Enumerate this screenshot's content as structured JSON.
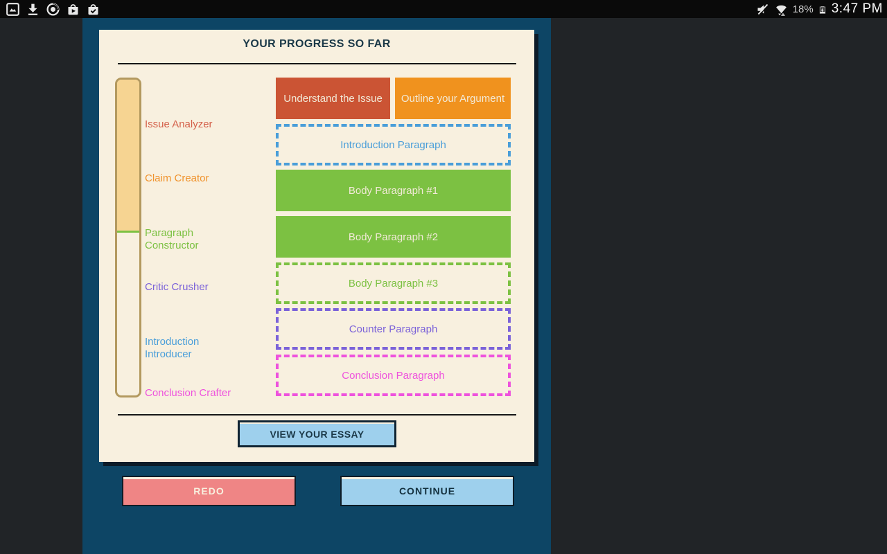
{
  "status_bar": {
    "app_icons": [
      {
        "name": "gallery-icon"
      },
      {
        "name": "download-icon"
      },
      {
        "name": "chrome-icon"
      },
      {
        "name": "play-store-icon"
      },
      {
        "name": "purchases-icon"
      }
    ],
    "battery_percent": "18%",
    "time": "3:47 PM"
  },
  "progress_card": {
    "title": "YOUR PROGRESS SO FAR",
    "progress_bar": {
      "fill_percent": 48,
      "fill_color": "#f6d492",
      "border_color": "#b3995f",
      "marker_color": "#7cc142"
    },
    "milestones": [
      {
        "label": "Issue Analyzer",
        "color": "#d4604a"
      },
      {
        "label": "Claim Creator",
        "color": "#f0922b"
      },
      {
        "label": "Paragraph Constructor",
        "color": "#7cc142"
      },
      {
        "label": "Critic Crusher",
        "color": "#7b62d9"
      },
      {
        "label": "Introduction Introducer",
        "color": "#4a9ed9"
      },
      {
        "label": "Conclusion Crafter",
        "color": "#ee52dd"
      }
    ],
    "steps": [
      {
        "label": "Understand the Issue",
        "status": "complete",
        "color": "#cb5434"
      },
      {
        "label": "Outline your Argument",
        "status": "complete",
        "color": "#f0921e"
      },
      {
        "label": "Introduction Paragraph",
        "status": "incomplete",
        "color": "#4a9ed9"
      },
      {
        "label": "Body Paragraph #1",
        "status": "complete",
        "color": "#7cc142"
      },
      {
        "label": "Body Paragraph #2",
        "status": "complete",
        "color": "#7cc142"
      },
      {
        "label": "Body Paragraph #3",
        "status": "incomplete",
        "color": "#7cc142"
      },
      {
        "label": "Counter Paragraph",
        "status": "incomplete",
        "color": "#7b62d9"
      },
      {
        "label": "Conclusion Paragraph",
        "status": "incomplete",
        "color": "#ee52dd"
      }
    ],
    "view_essay_button": "VIEW YOUR ESSAY"
  },
  "footer": {
    "redo_button": "REDO",
    "continue_button": "CONTINUE"
  },
  "theme": {
    "background": "#212427",
    "panel": "#0d4565",
    "card": "#f8f0df",
    "card_shadow": "#0c1b28",
    "light_blue_button": "#9ed0ed",
    "redo_red": "#ef8585",
    "title_text": "#1b3948"
  }
}
